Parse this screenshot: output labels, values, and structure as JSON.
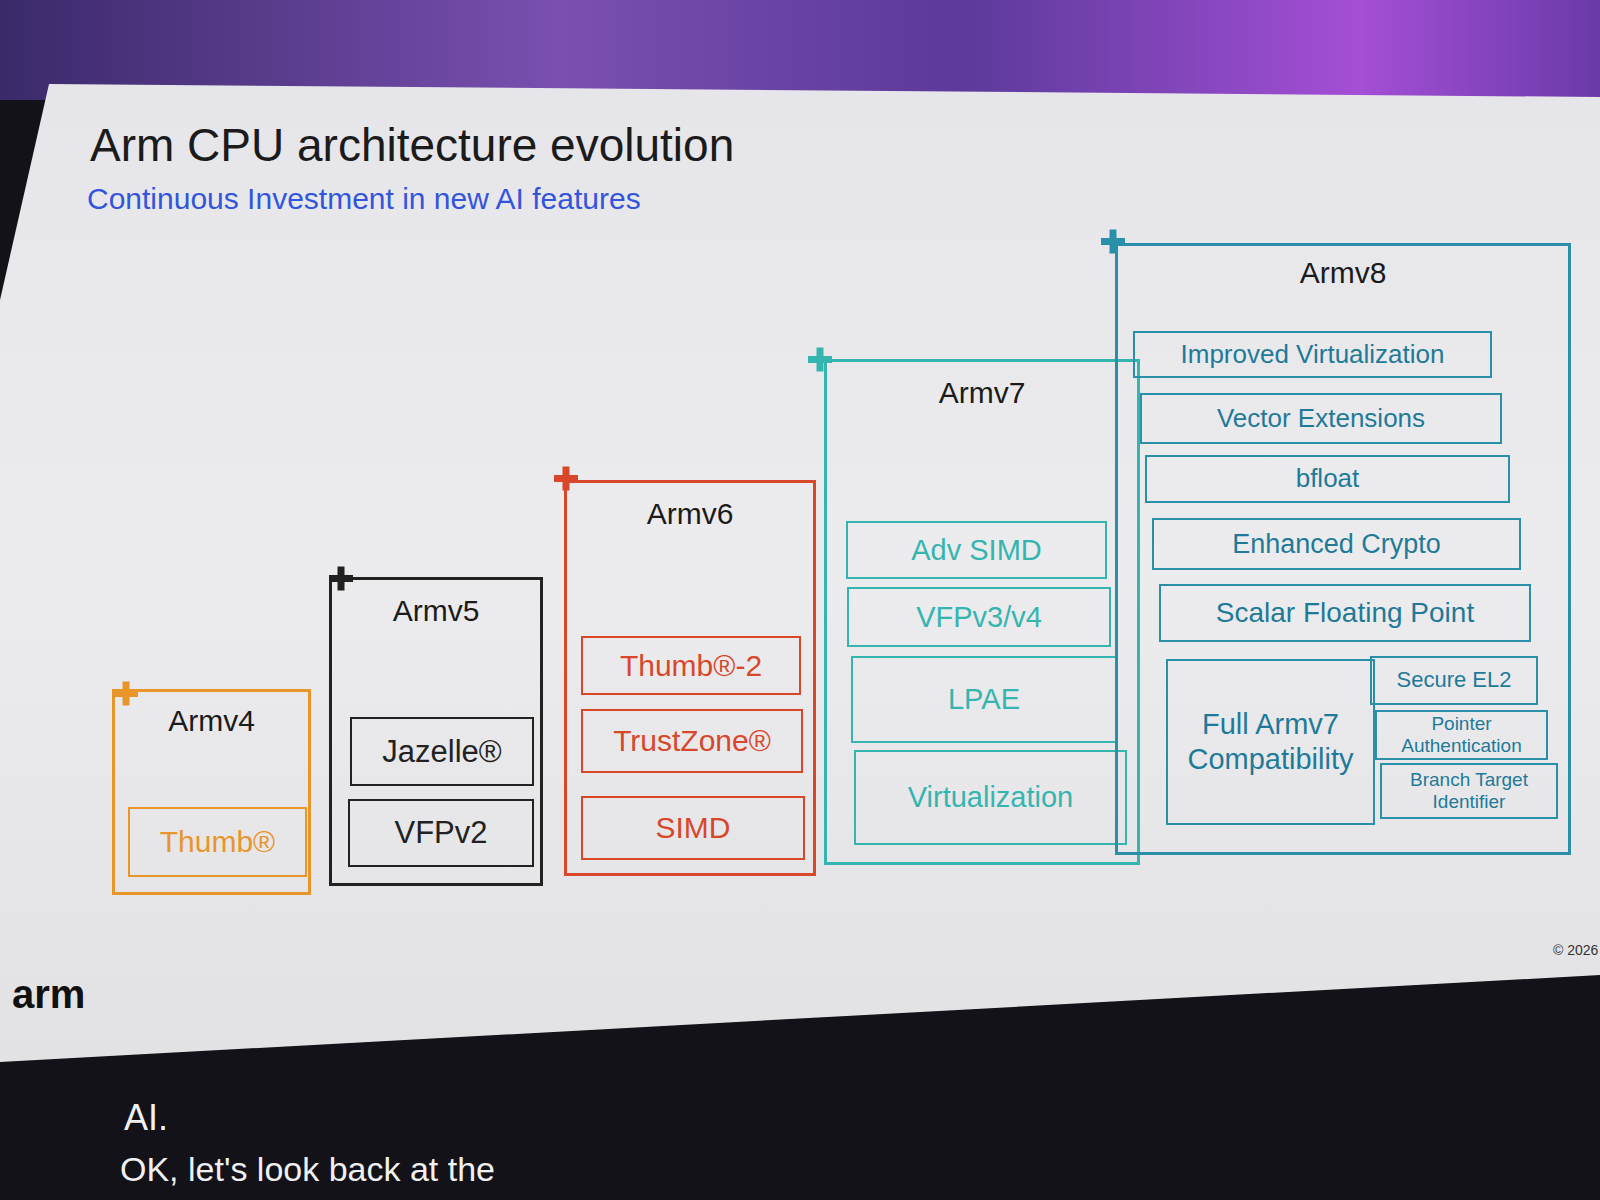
{
  "diagram": {
    "title": "Arm CPU architecture evolution",
    "nodes": [
      {
        "text": [
          "Armv4"
        ]
      },
      {
        "text": [
          "Thumb®"
        ],
        "in": 0
      },
      {
        "text": [
          "Armv5"
        ]
      },
      {
        "text": [
          "Jazelle®"
        ],
        "in": 2
      },
      {
        "text": [
          "VFPv2"
        ],
        "in": 2
      },
      {
        "text": [
          "Armv6"
        ]
      },
      {
        "text": [
          "Thumb®-2"
        ],
        "in": 5
      },
      {
        "text": [
          "TrustZone®"
        ],
        "in": 5
      },
      {
        "text": [
          "SIMD"
        ],
        "in": 5
      },
      {
        "text": [
          "Armv7"
        ]
      },
      {
        "text": [
          "Adv SIMD"
        ],
        "in": 9
      },
      {
        "text": [
          "VFPv3/v4"
        ],
        "in": 9
      },
      {
        "text": [
          "LPAE"
        ],
        "in": 9
      },
      {
        "text": [
          "Virtualization"
        ],
        "in": 9
      },
      {
        "text": [
          "Armv8"
        ]
      },
      {
        "text": [
          "Improved Virtualization"
        ],
        "in": 14
      },
      {
        "text": [
          "Vector Extensions"
        ],
        "in": 14
      },
      {
        "text": [
          "bfloat"
        ],
        "in": 14
      },
      {
        "text": [
          "Enhanced Crypto"
        ],
        "in": 14
      },
      {
        "text": [
          "Scalar Floating Point"
        ],
        "in": 14
      },
      {
        "text": [
          "Full Armv7 Compatibility"
        ],
        "in": 14
      },
      {
        "text": [
          "Secure EL2"
        ],
        "in": 14
      },
      {
        "text": [
          "Pointer Authentication"
        ],
        "in": 14
      },
      {
        "text": [
          "Branch Target Identifier"
        ],
        "in": 14
      }
    ],
    "labels": [
      "Continuous Investment in new AI features",
      "arm",
      "© 2026",
      "AI.",
      "OK, let's look back at the"
    ]
  }
}
